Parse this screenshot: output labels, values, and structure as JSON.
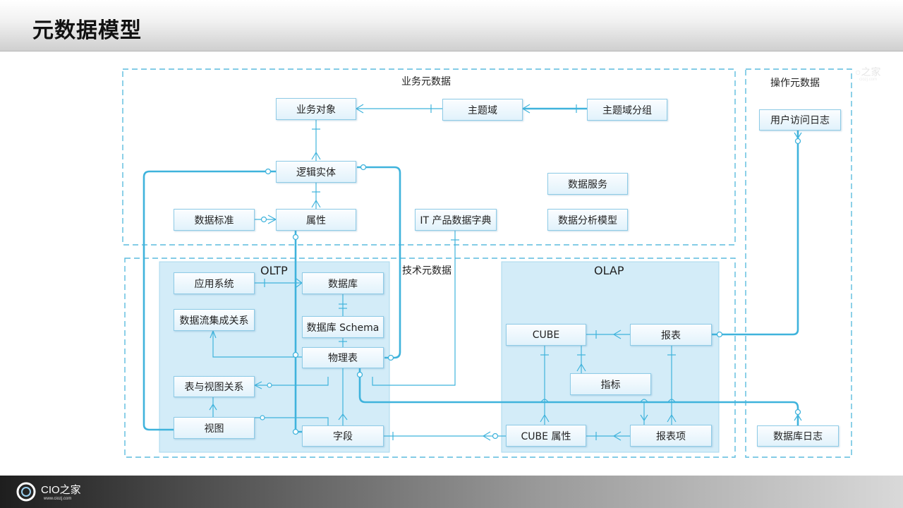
{
  "page": {
    "title": "元数据模型"
  },
  "footer": {
    "brand": "CIO之家",
    "url": "www.ciozj.com"
  },
  "watermark": {
    "text": "CIO之家",
    "sub": "ciozj.com"
  },
  "colors": {
    "connector": "#3fb3dc",
    "frame": "#5bbcde",
    "fill": "#d3ecf8"
  },
  "regions": {
    "business": "业务元数据",
    "operation": "操作元数据",
    "technical": "技术元数据",
    "oltp": "OLTP",
    "olap": "OLAP"
  },
  "nodes": {
    "business_object": "业务对象",
    "subject_domain": "主题域",
    "subject_domain_group": "主题域分组",
    "logical_entity": "逻辑实体",
    "data_service": "数据服务",
    "data_standard": "数据标准",
    "attribute": "属性",
    "it_dictionary": "IT 产品数据字典",
    "data_analysis_model": "数据分析模型",
    "user_access_log": "用户访问日志",
    "app_system": "应用系统",
    "database": "数据库",
    "dataflow_relation": "数据流集成关系",
    "database_schema": "数据库 Schema",
    "physical_table": "物理表",
    "table_view_relation": "表与视图关系",
    "view": "视图",
    "field": "字段",
    "cube": "CUBE",
    "report": "报表",
    "indicator": "指标",
    "cube_attribute": "CUBE 属性",
    "report_item": "报表项",
    "database_log": "数据库日志"
  }
}
